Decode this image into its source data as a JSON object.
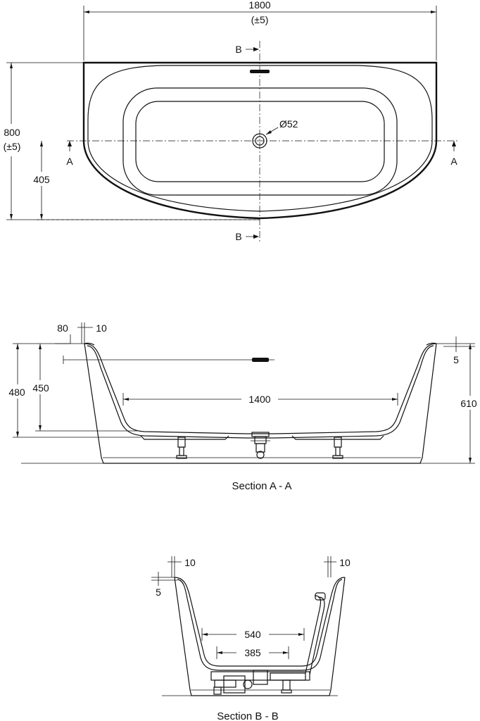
{
  "plan_view": {
    "dim_length": "1800",
    "dim_length_tol": "(±5)",
    "dim_width": "800",
    "dim_width_tol": "(±5)",
    "dim_offset": "405",
    "dim_waste": "Ø52",
    "section_marker_a": "A",
    "section_marker_b": "B"
  },
  "section_aa": {
    "caption": "Section A - A",
    "dim_rim_80": "80",
    "dim_wall_10": "10",
    "dim_top_5": "5",
    "dim_height_480": "480",
    "dim_depth_450": "450",
    "dim_inner_1400": "1400",
    "dim_total_610": "610"
  },
  "section_bb": {
    "caption": "Section B - B",
    "dim_wall_left_10": "10",
    "dim_wall_right_10": "10",
    "dim_top_5": "5",
    "dim_inner_540": "540",
    "dim_inner_385": "385"
  }
}
